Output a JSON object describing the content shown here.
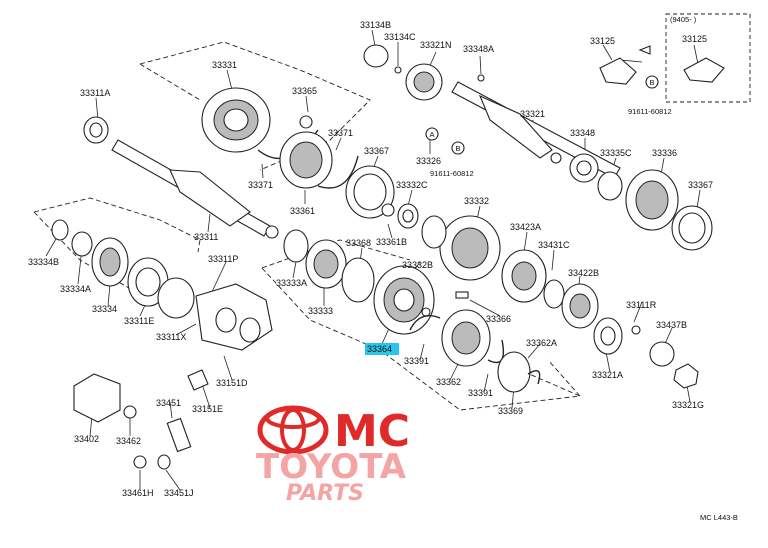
{
  "diagram": {
    "date_note": "(9405-   )",
    "figure_code": "MC L443-B",
    "highlighted_part": "33364",
    "labels": [
      {
        "id": "33134B",
        "text": "33134B"
      },
      {
        "id": "33134C",
        "text": "33134C"
      },
      {
        "id": "33321N",
        "text": "33321N"
      },
      {
        "id": "33348A",
        "text": "33348A"
      },
      {
        "id": "33125a",
        "text": "33125"
      },
      {
        "id": "33125b",
        "text": "33125"
      },
      {
        "id": "91611-60812a",
        "text": "91611-60812"
      },
      {
        "id": "33311A",
        "text": "33311A"
      },
      {
        "id": "33331",
        "text": "33331"
      },
      {
        "id": "33365",
        "text": "33365"
      },
      {
        "id": "33371a",
        "text": "33371"
      },
      {
        "id": "33371b",
        "text": "33371"
      },
      {
        "id": "33361",
        "text": "33361"
      },
      {
        "id": "33367a",
        "text": "33367"
      },
      {
        "id": "33326",
        "text": "33326"
      },
      {
        "id": "91611-60812b",
        "text": "91611-60812"
      },
      {
        "id": "33321",
        "text": "33321"
      },
      {
        "id": "33348",
        "text": "33348"
      },
      {
        "id": "33335C",
        "text": "33335C"
      },
      {
        "id": "33336",
        "text": "33336"
      },
      {
        "id": "33367b",
        "text": "33367"
      },
      {
        "id": "33332C",
        "text": "33332C"
      },
      {
        "id": "33361B",
        "text": "33361B"
      },
      {
        "id": "33332",
        "text": "33332"
      },
      {
        "id": "33311",
        "text": "33311"
      },
      {
        "id": "33368",
        "text": "33368"
      },
      {
        "id": "33423A",
        "text": "33423A"
      },
      {
        "id": "33431C",
        "text": "33431C"
      },
      {
        "id": "33334B",
        "text": "33334B"
      },
      {
        "id": "33334A",
        "text": "33334A"
      },
      {
        "id": "33311P",
        "text": "33311P"
      },
      {
        "id": "33333A",
        "text": "33333A"
      },
      {
        "id": "33332B",
        "text": "33332B"
      },
      {
        "id": "33422B",
        "text": "33422B"
      },
      {
        "id": "33334",
        "text": "33334"
      },
      {
        "id": "33311E",
        "text": "33311E"
      },
      {
        "id": "33333",
        "text": "33333"
      },
      {
        "id": "33366",
        "text": "33366"
      },
      {
        "id": "33111R",
        "text": "33111R"
      },
      {
        "id": "33311X",
        "text": "33311X"
      },
      {
        "id": "33364",
        "text": "33364"
      },
      {
        "id": "33437B",
        "text": "33437B"
      },
      {
        "id": "33391a",
        "text": "33391"
      },
      {
        "id": "33362A",
        "text": "33362A"
      },
      {
        "id": "33362",
        "text": "33362"
      },
      {
        "id": "33321A",
        "text": "33321A"
      },
      {
        "id": "33151D",
        "text": "33151D"
      },
      {
        "id": "33391b",
        "text": "33391"
      },
      {
        "id": "33369",
        "text": "33369"
      },
      {
        "id": "33321G",
        "text": "33321G"
      },
      {
        "id": "33451",
        "text": "33451"
      },
      {
        "id": "33151E",
        "text": "33151E"
      },
      {
        "id": "33402",
        "text": "33402"
      },
      {
        "id": "33462",
        "text": "33462"
      },
      {
        "id": "33461H",
        "text": "33461H"
      },
      {
        "id": "33451J",
        "text": "33451J"
      }
    ],
    "callout_letters": {
      "a": "A",
      "b1": "B",
      "b2": "B"
    }
  },
  "watermark": {
    "line1": "MC",
    "line2": "TOYOTA",
    "line3": "PARTS",
    "colors": {
      "red": "#e02a2a",
      "pink": "#f4a4a4"
    }
  }
}
